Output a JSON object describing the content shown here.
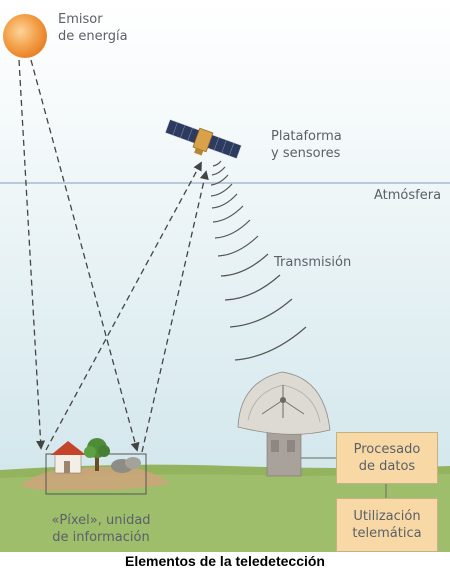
{
  "labels": {
    "energy_source": [
      "Emisor",
      "de energía"
    ],
    "platform": [
      "Plataforma",
      "y sensores"
    ],
    "atmosphere": "Atmósfera",
    "transmission": "Transmisión",
    "pixel": [
      "«Píxel», unidad",
      "de información"
    ]
  },
  "boxes": {
    "processing": [
      "Procesado",
      "de datos"
    ],
    "utilization": [
      "Utilización",
      "telemática"
    ]
  },
  "caption": "Elementos de la teledetección",
  "colors": {
    "sky_top": "#ffffff",
    "sky_bottom": "#d3e7ec",
    "atmosphere_line": "#a9b8d6",
    "ground": "#93b35f",
    "sun": "#f3a24a",
    "box_fill": "#f8d9a5",
    "arrow": "#444444"
  }
}
